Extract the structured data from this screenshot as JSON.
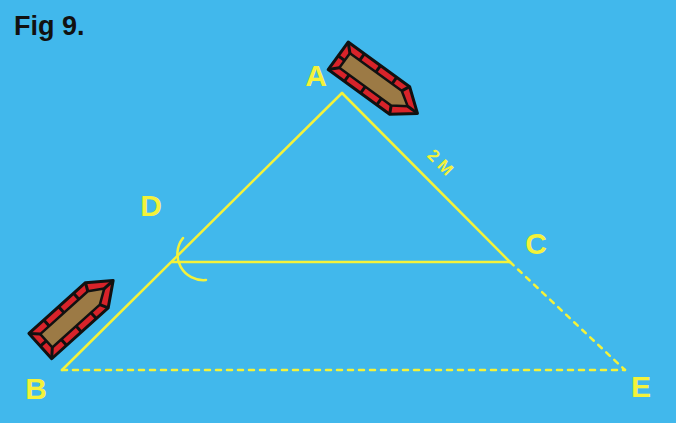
{
  "diagram": {
    "title": "Fig 9.",
    "labels": [
      "A",
      "D",
      "C",
      "B",
      "E",
      "2 M"
    ]
  }
}
